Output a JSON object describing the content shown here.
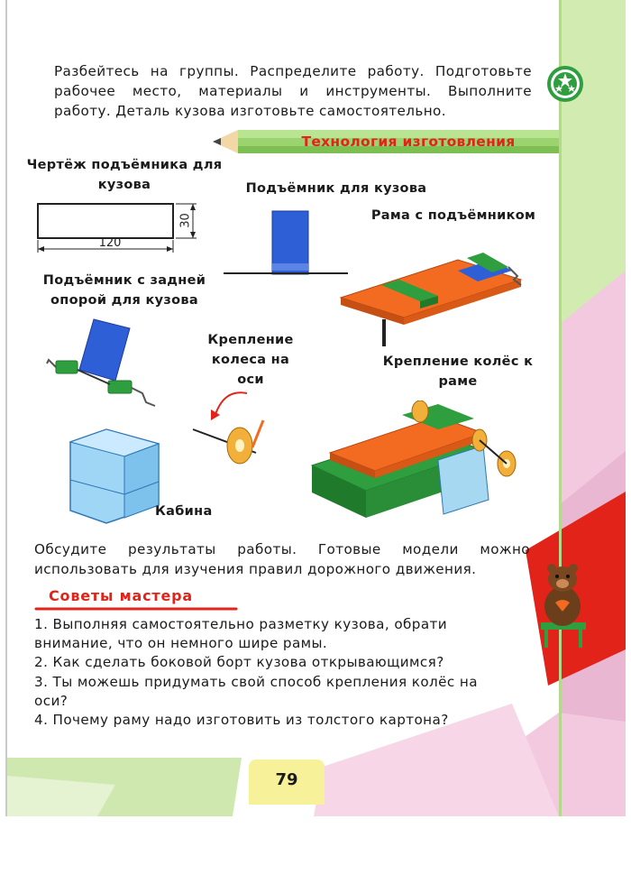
{
  "intro_text": "Разбейтесь на группы. Распределите работу. Подготовьте рабочее место, материалы и инструменты. Выполните работу. Деталь кузова изготовьте самостоятельно.",
  "banner": {
    "title": "Технология изготовления"
  },
  "drawing": {
    "title": "Чертёж подъёмника для кузова",
    "dim_width": "120",
    "dim_height": "30"
  },
  "labels": {
    "lift": "Подъёмник для кузова",
    "frame_with_lift": "Рама с подъёмником",
    "lift_with_rear_support": "Подъёмник с задней опорой для кузова",
    "wheel_mount_axle": "Крепление колеса на оси",
    "wheels_to_frame": "Крепление колёс к раме",
    "cabin": "Кабина"
  },
  "discuss_text": "Обсудите результаты работы. Готовые модели можно использовать для изучения правил дорожного движения.",
  "tips": {
    "title": "Советы мастера",
    "items": [
      "1. Выполняя самостоятельно разметку кузова, обрати внимание, что он немного шире рамы.",
      "2. Как сделать боковой борт кузова открывающимся?",
      "3. Ты можешь придумать свой способ крепления колёс на оси?",
      "4. Почему раму надо изготовить из толстого картона?"
    ]
  },
  "page_number": "79",
  "colors": {
    "accent_red": "#e2231a",
    "green_band": "#c8e6a2",
    "pink_band": "#f2c9df",
    "orange": "#f26b21",
    "green": "#2e9e3e",
    "blue": "#2f5fd6"
  }
}
